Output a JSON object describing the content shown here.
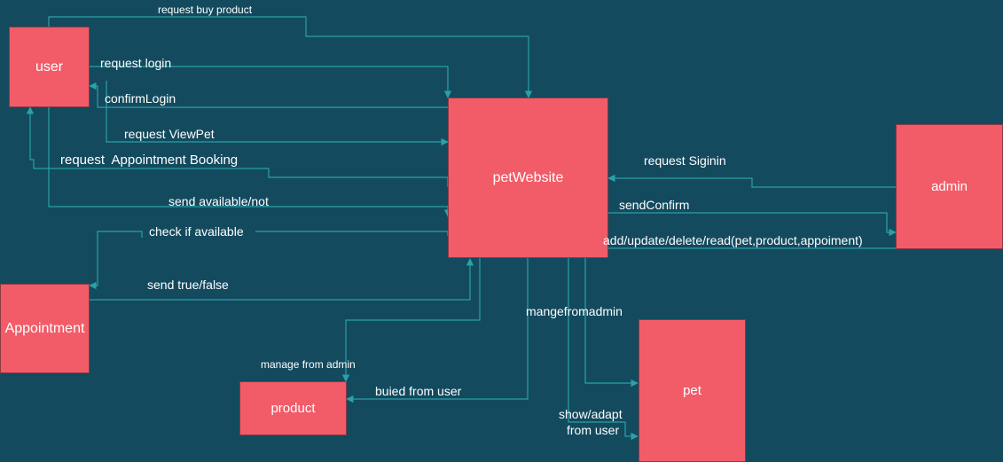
{
  "nodes": {
    "user": "user",
    "petwebsite": "petWebsite",
    "admin": "admin",
    "appointment": "Appointment",
    "product": "product",
    "pet": "pet"
  },
  "edges": {
    "request_buy_product": "request buy product",
    "request_login": "request login",
    "confirm_login": "confirmLogin",
    "request_view_pet": "request ViewPet",
    "request_appointment_booking": "request  Appointment Booking",
    "send_available_not": "send available/not",
    "check_if_available": "check if available",
    "send_true_false": "send true/false",
    "request_siginin": "request Siginin",
    "send_confirm": "sendConfirm",
    "admin_crud": "add/update/delete/read(pet,product,appoiment)",
    "mange_from_admin": "mangefromadmin",
    "manage_from_admin": "manage from admin",
    "buied_from_user": "buied from user",
    "show_adapt_line1": "show/adapt",
    "show_adapt_line2": "from user"
  },
  "colors": {
    "background": "#134a5e",
    "node_fill": "#f25c68",
    "edge_stroke": "#2aa1a8",
    "text": "#ffffff"
  }
}
